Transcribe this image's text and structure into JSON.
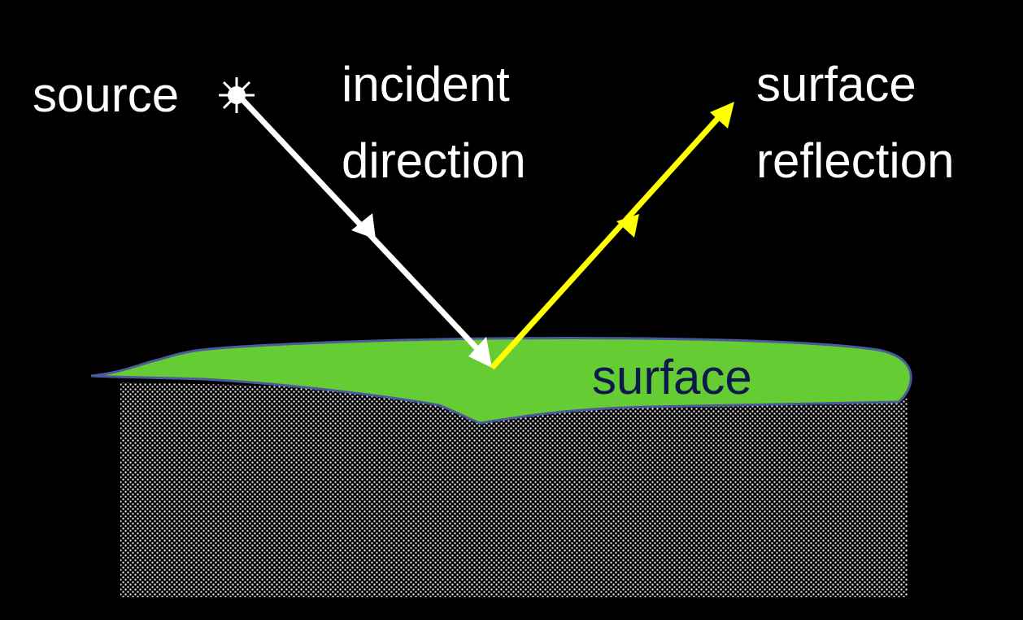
{
  "labels": {
    "source": "source",
    "incident_line1": "incident",
    "incident_line2": "direction",
    "reflection_line1": "surface",
    "reflection_line2": "reflection",
    "surface": "surface"
  },
  "colors": {
    "background": "#000000",
    "incident_ray": "#ffffff",
    "reflected_ray": "#ffff00",
    "surface_fill": "#66cc33",
    "surface_outline": "#4a5a9a",
    "surface_label": "#0b1a4a",
    "label_text": "#ffffff",
    "substrate_dots": "#ffffff"
  },
  "icons": {
    "source": "sun-star-icon"
  }
}
